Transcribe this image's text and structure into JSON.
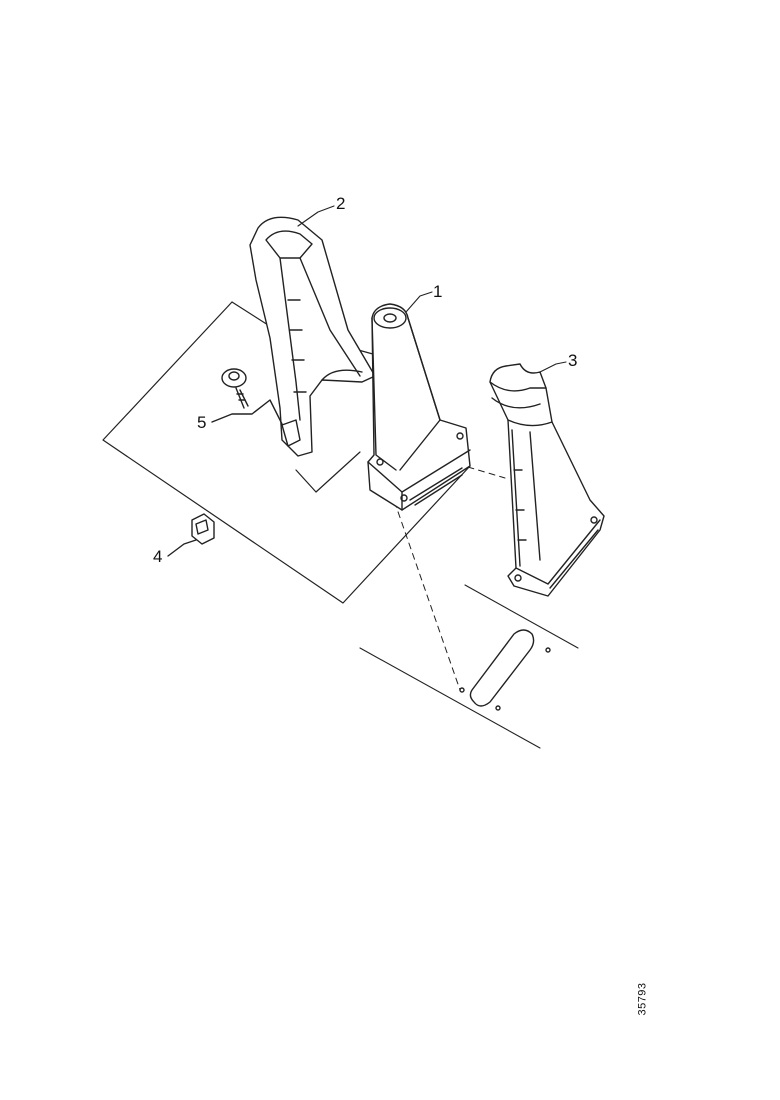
{
  "figure": {
    "callouts": {
      "part_1": "1",
      "part_2": "2",
      "part_3": "3",
      "part_4": "4",
      "part_5": "5"
    },
    "drawing_id": "35793"
  },
  "colors": {
    "line": "#222222",
    "background": "#ffffff"
  }
}
